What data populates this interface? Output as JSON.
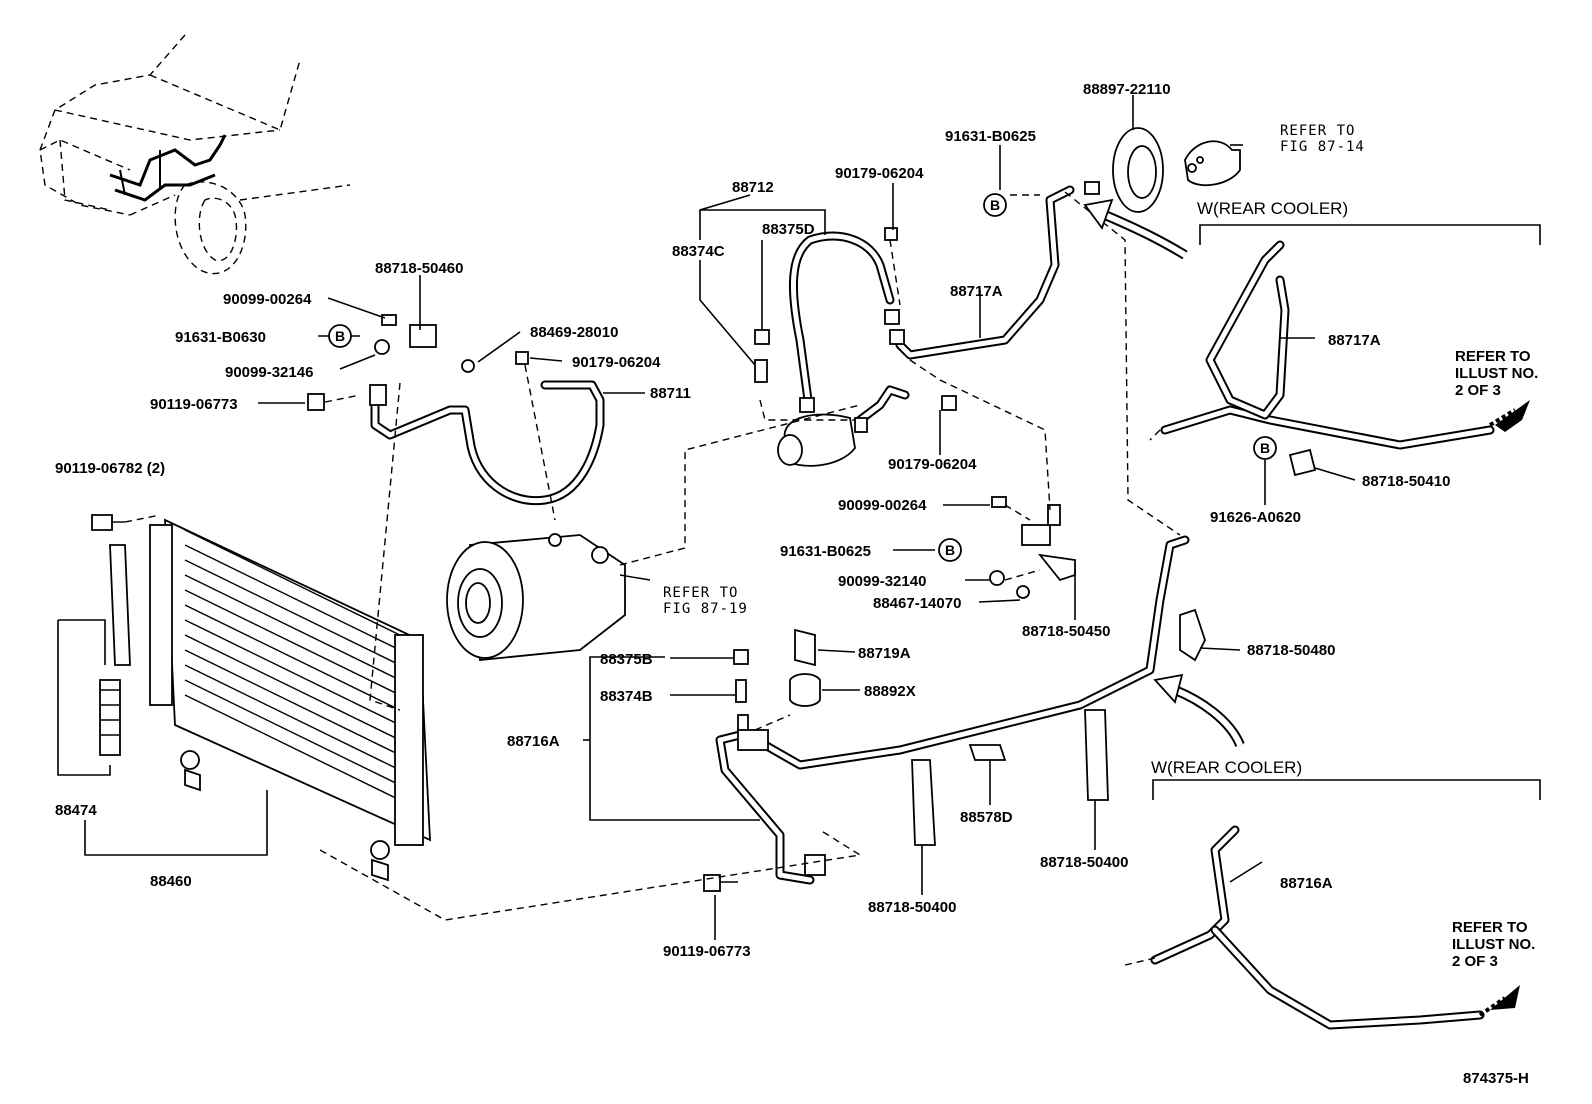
{
  "diagram": {
    "code": "874375-H",
    "headers": {
      "rear_cooler_top": "W(REAR COOLER)",
      "rear_cooler_bottom": "W(REAR COOLER)"
    },
    "refs": {
      "fig_87_14": [
        "REFER TO",
        "FIG 87-14"
      ],
      "fig_87_19": [
        "REFER TO",
        "FIG 87-19"
      ],
      "illust_top": [
        "REFER TO",
        "ILLUST NO.",
        "2 OF 3"
      ],
      "illust_bottom": [
        "REFER TO",
        "ILLUST NO.",
        "2 OF 3"
      ]
    },
    "marker_b": "B",
    "parts": {
      "p88897_22110": "88897-22110",
      "p91631_b0625_top": "91631-B0625",
      "p90179_06204_top": "90179-06204",
      "p88712": "88712",
      "p88375d": "88375D",
      "p88374c": "88374C",
      "p88717a_mid": "88717A",
      "p88717a_right": "88717A",
      "p88718_50460": "88718-50460",
      "p90099_00264_left": "90099-00264",
      "p91631_b0630": "91631-B0630",
      "p88469_28010": "88469-28010",
      "p90179_06204_left": "90179-06204",
      "p90099_32146": "90099-32146",
      "p88711": "88711",
      "p90119_06773_left": "90119-06773",
      "p90179_06204_mid": "90179-06204",
      "p90119_06782": "90119-06782 (2)",
      "p90099_00264_mid": "90099-00264",
      "p91631_b0625_mid": "91631-B0625",
      "p90099_32140": "90099-32140",
      "p88467_14070": "88467-14070",
      "p88718_50450": "88718-50450",
      "p88718_50410": "88718-50410",
      "p91626_a0620": "91626-A0620",
      "p88718_50480": "88718-50480",
      "p88375b": "88375B",
      "p88719a": "88719A",
      "p88374b": "88374B",
      "p88892x": "88892X",
      "p88716a_left": "88716A",
      "p88716a_right": "88716A",
      "p88474": "88474",
      "p88460": "88460",
      "p88578d": "88578D",
      "p88718_50400_a": "88718-50400",
      "p88718_50400_b": "88718-50400",
      "p90119_06773_bottom": "90119-06773"
    }
  }
}
